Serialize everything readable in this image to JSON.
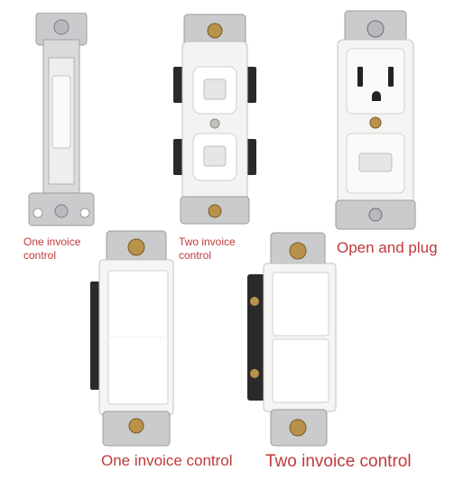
{
  "captions": {
    "toggle_single": [
      "One invoice",
      "control"
    ],
    "toggle_double": [
      "Two invoice",
      "control"
    ],
    "outlet_combo": "Open and plug",
    "rocker_single": "One invoice control",
    "rocker_double": "Two invoice control"
  },
  "colors": {
    "caption": "#c0393b",
    "switch_white": "#f3f3f1",
    "metal_strap": "#c9cbcd",
    "screw_brass": "#b8924a",
    "dark_side": "#2a2a2a"
  }
}
